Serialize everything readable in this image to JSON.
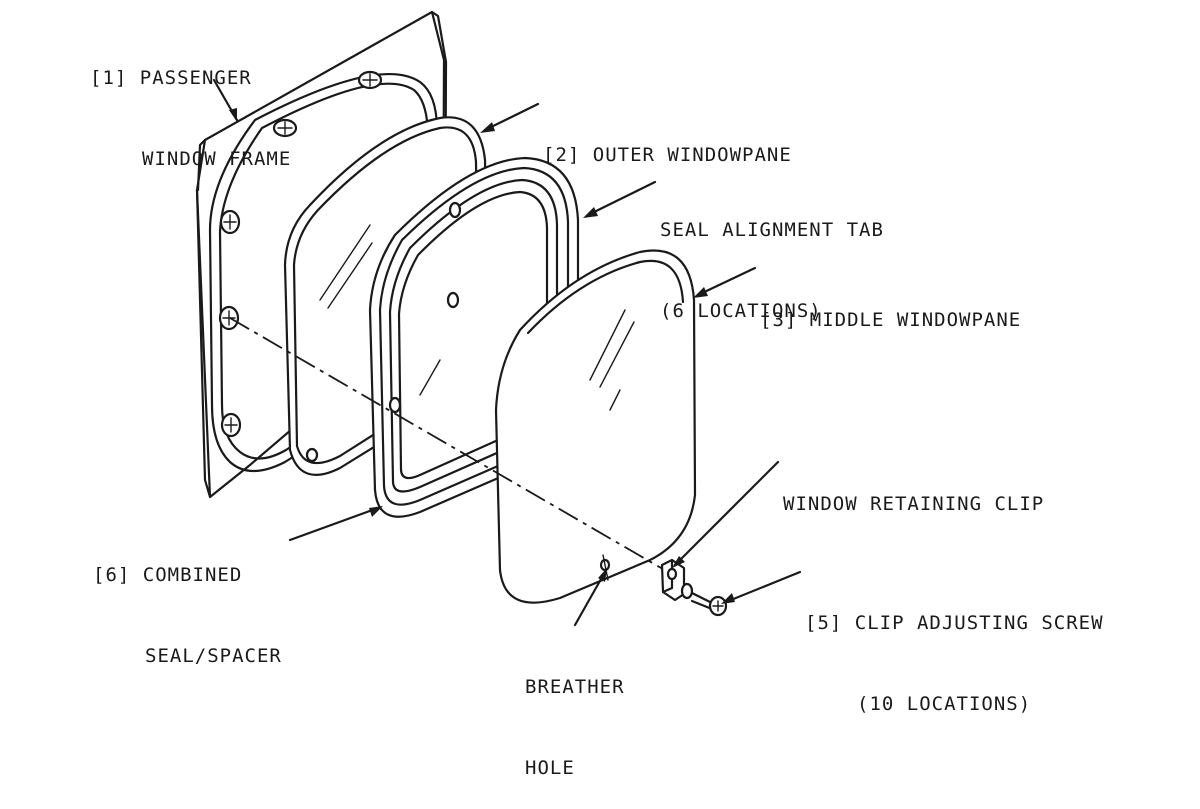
{
  "labels": {
    "passenger_frame": {
      "line1": "[1] PASSENGER",
      "line2": "WINDOW FRAME"
    },
    "outer_pane": {
      "line1": "[2] OUTER WINDOWPANE"
    },
    "seal_tab": {
      "line1": "SEAL ALIGNMENT TAB",
      "line2": "(6 LOCATIONS)"
    },
    "middle_pane": {
      "line1": "[3] MIDDLE WINDOWPANE"
    },
    "retaining_clip": {
      "line1": "WINDOW RETAINING CLIP"
    },
    "combined_seal": {
      "line1": "[6] COMBINED",
      "line2": "SEAL/SPACER"
    },
    "adjusting_screw": {
      "line1": "[5] CLIP ADJUSTING SCREW",
      "line2": "(10 LOCATIONS)"
    },
    "breather_hole": {
      "line1": "BREATHER",
      "line2": "HOLE"
    }
  },
  "colors": {
    "ink": "#1a1a1a",
    "paper": "#ffffff"
  }
}
